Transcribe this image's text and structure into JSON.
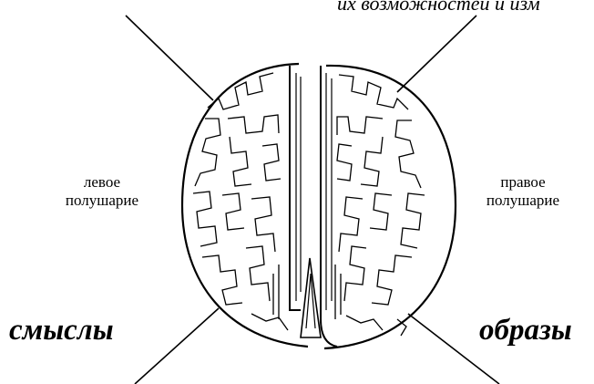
{
  "top_caption": "их возможностей и изм",
  "left_hemisphere": {
    "line1": "левое",
    "line2": "полушарие"
  },
  "right_hemisphere": {
    "line1": "правое",
    "line2": "полушарие"
  },
  "left_word": "смыслы",
  "right_word": "образы",
  "colors": {
    "ink": "#000000",
    "background": "#ffffff"
  },
  "icons": [
    "brain-left-hemisphere-icon",
    "brain-right-hemisphere-icon"
  ]
}
